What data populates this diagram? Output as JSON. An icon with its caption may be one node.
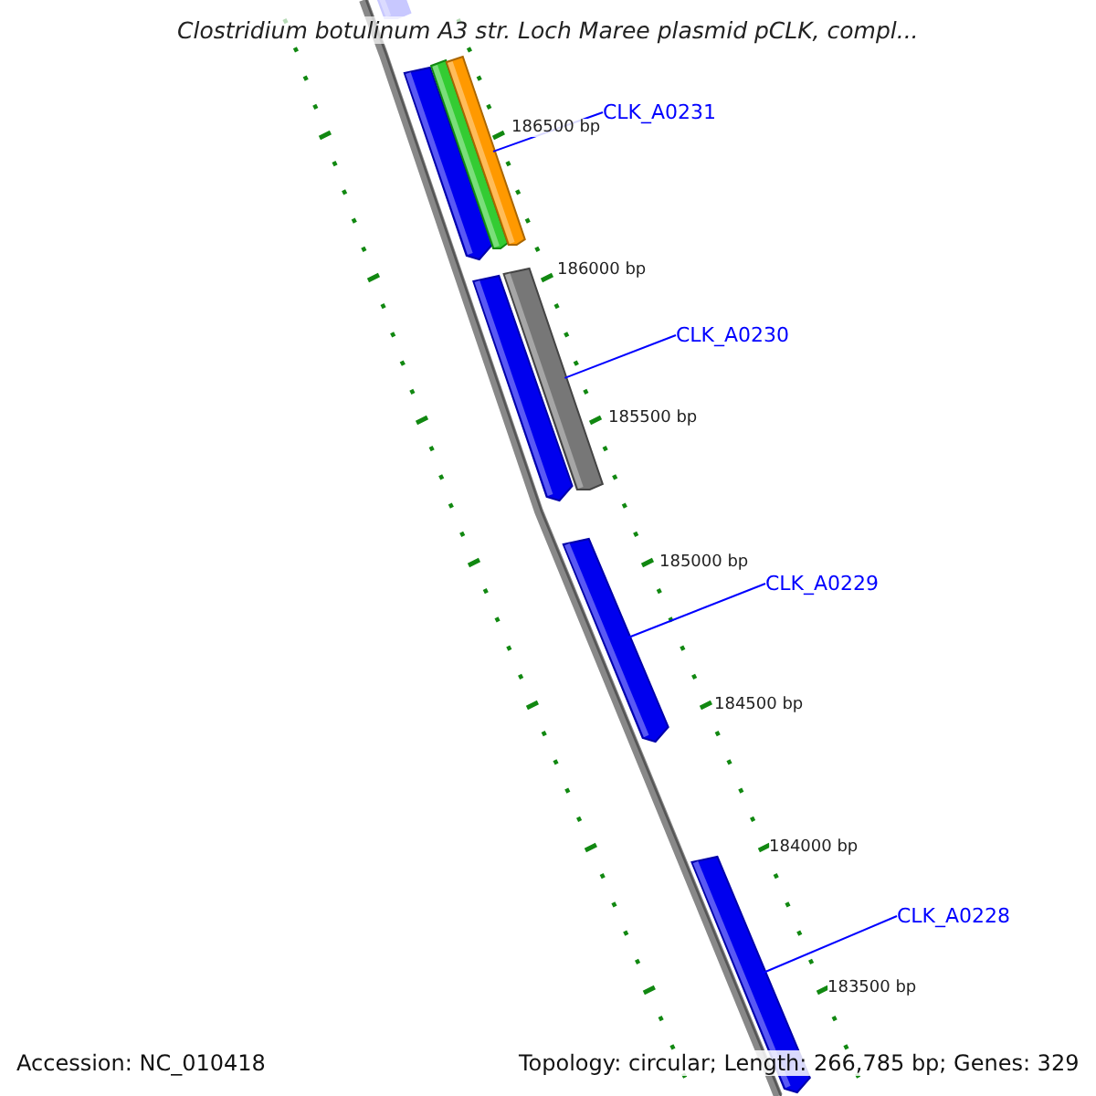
{
  "diagram": {
    "title": "Clostridium botulinum A3 str. Loch Maree plasmid pCLK, compl...",
    "nodes": [
      {
        "text": [
          "CLK_A0231"
        ]
      },
      {
        "text": [
          "CLK_A0230"
        ]
      },
      {
        "text": [
          "CLK_A0229"
        ]
      },
      {
        "text": [
          "CLK_A0228"
        ]
      },
      {
        "text": [],
        "shape": "bar"
      },
      {
        "text": [],
        "shape": "bar"
      },
      {
        "text": [],
        "shape": "bar"
      },
      {
        "text": [],
        "shape": "bar"
      }
    ],
    "edges": [
      {
        "from": 0,
        "to": 4,
        "arrow": "none"
      },
      {
        "from": 1,
        "to": 5,
        "arrow": "none"
      },
      {
        "from": 2,
        "to": 6,
        "arrow": "none"
      },
      {
        "from": 3,
        "to": 7,
        "arrow": "none"
      }
    ],
    "labels": [
      "186500 bp",
      "186000 bp",
      "185500 bp",
      "185000 bp",
      "184500 bp",
      "184000 bp",
      "183500 bp",
      "Accession: NC_010418",
      "Topology: circular; Length: 266,785 bp; Genes: 329"
    ]
  }
}
